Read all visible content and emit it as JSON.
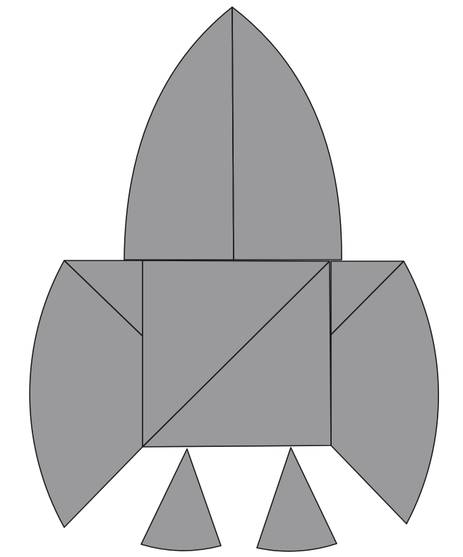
{
  "figure": {
    "colors": {
      "background": "#ffffff",
      "piece_fill": "#9a9a9c",
      "outline": "#1a1a1a"
    },
    "pieces": [
      {
        "name": "nose-cone-left-half",
        "shape": "circular-arc-region"
      },
      {
        "name": "nose-cone-right-half",
        "shape": "circular-arc-region"
      },
      {
        "name": "body-square-upper-triangle",
        "shape": "triangle"
      },
      {
        "name": "body-square-lower-triangle",
        "shape": "triangle"
      },
      {
        "name": "left-wing-triangle",
        "shape": "triangle"
      },
      {
        "name": "left-wing-sector",
        "shape": "circular-sector"
      },
      {
        "name": "right-wing-triangle",
        "shape": "triangle"
      },
      {
        "name": "right-wing-sector",
        "shape": "circular-sector"
      },
      {
        "name": "left-flame-sector",
        "shape": "circular-sector"
      },
      {
        "name": "right-flame-sector",
        "shape": "circular-sector"
      }
    ]
  }
}
